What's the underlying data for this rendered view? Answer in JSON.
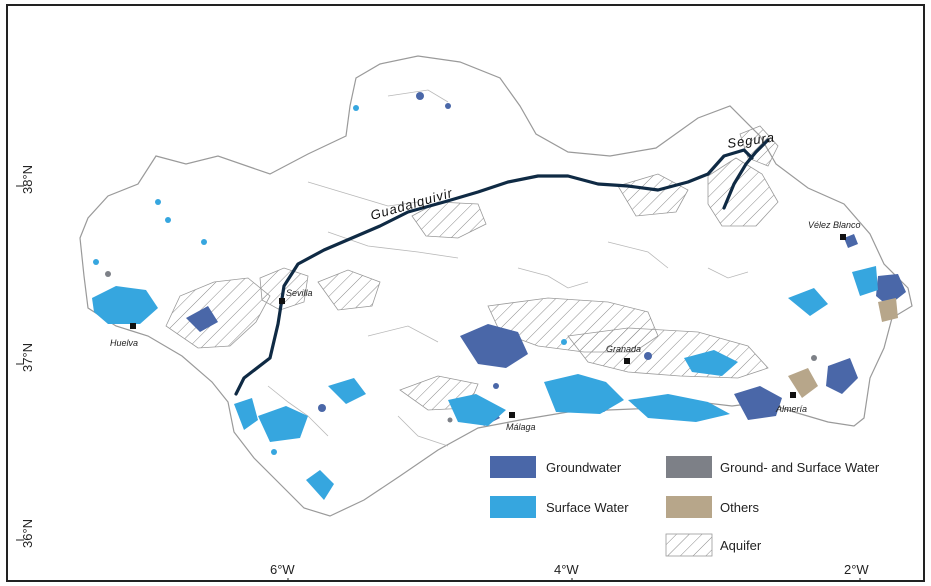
{
  "colors": {
    "groundwater": "#4a67a8",
    "surface_water": "#36a6df",
    "ground_and_surface": "#7d8087",
    "others": "#b7a68a",
    "river": "#0f2a44",
    "outline": "#9a9a9a"
  },
  "lat_labels": [
    "38°N",
    "37°N",
    "36°N"
  ],
  "lon_labels": [
    "6°W",
    "4°W",
    "2°W"
  ],
  "rivers": {
    "guadalquivir": "Guadalquivir",
    "segura": "Segura"
  },
  "cities": [
    {
      "name": "Vélez Blanco"
    },
    {
      "name": "Sevilla"
    },
    {
      "name": "Huelva"
    },
    {
      "name": "Granada"
    },
    {
      "name": "Almería"
    },
    {
      "name": "Málaga"
    }
  ],
  "legend": [
    {
      "label": "Groundwater",
      "color_key": "groundwater"
    },
    {
      "label": "Ground- and Surface Water",
      "color_key": "ground_and_surface"
    },
    {
      "label": "Surface Water",
      "color_key": "surface_water"
    },
    {
      "label": "Others",
      "color_key": "others"
    },
    {
      "label": "Aquifer",
      "color_key": "aquifer"
    }
  ]
}
